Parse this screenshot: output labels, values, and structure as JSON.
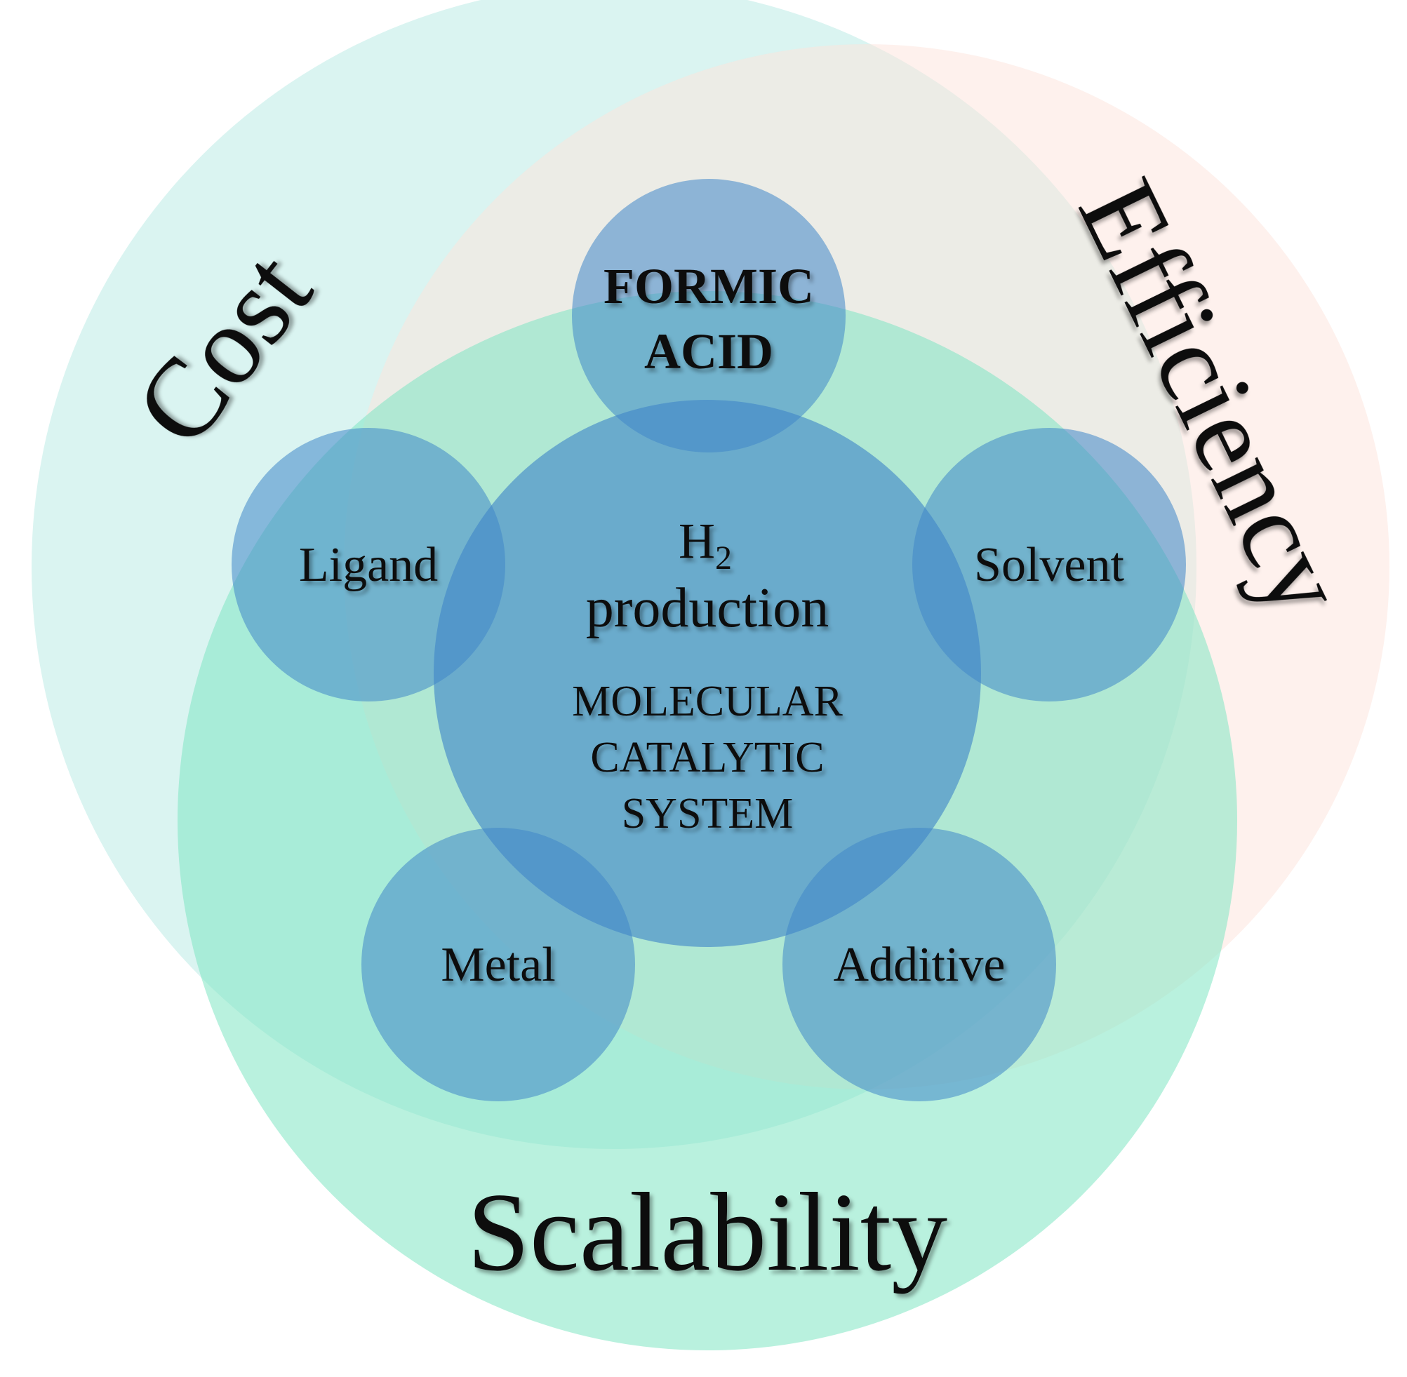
{
  "labels": {
    "cost": "Cost",
    "efficiency": "Efficiency",
    "scalability": "Scalability",
    "formic_line1": "FORMIC",
    "formic_line2": "ACID",
    "h2_h": "H",
    "h2_sub": "2",
    "production": "production",
    "catalytic_line1": "MOLECULAR",
    "catalytic_line2": "CATALYTIC",
    "catalytic_line3": "SYSTEM",
    "ligand": "Ligand",
    "solvent": "Solvent",
    "metal": "Metal",
    "additive": "Additive"
  },
  "colors": {
    "cost_circle": "#b6e9e3",
    "efficiency_circle": "#fde3dc",
    "scalability_circle": "#7fe6c3",
    "inner_circle": "#3f86c8",
    "formic_text": "#e8505b",
    "text": "#111111"
  }
}
